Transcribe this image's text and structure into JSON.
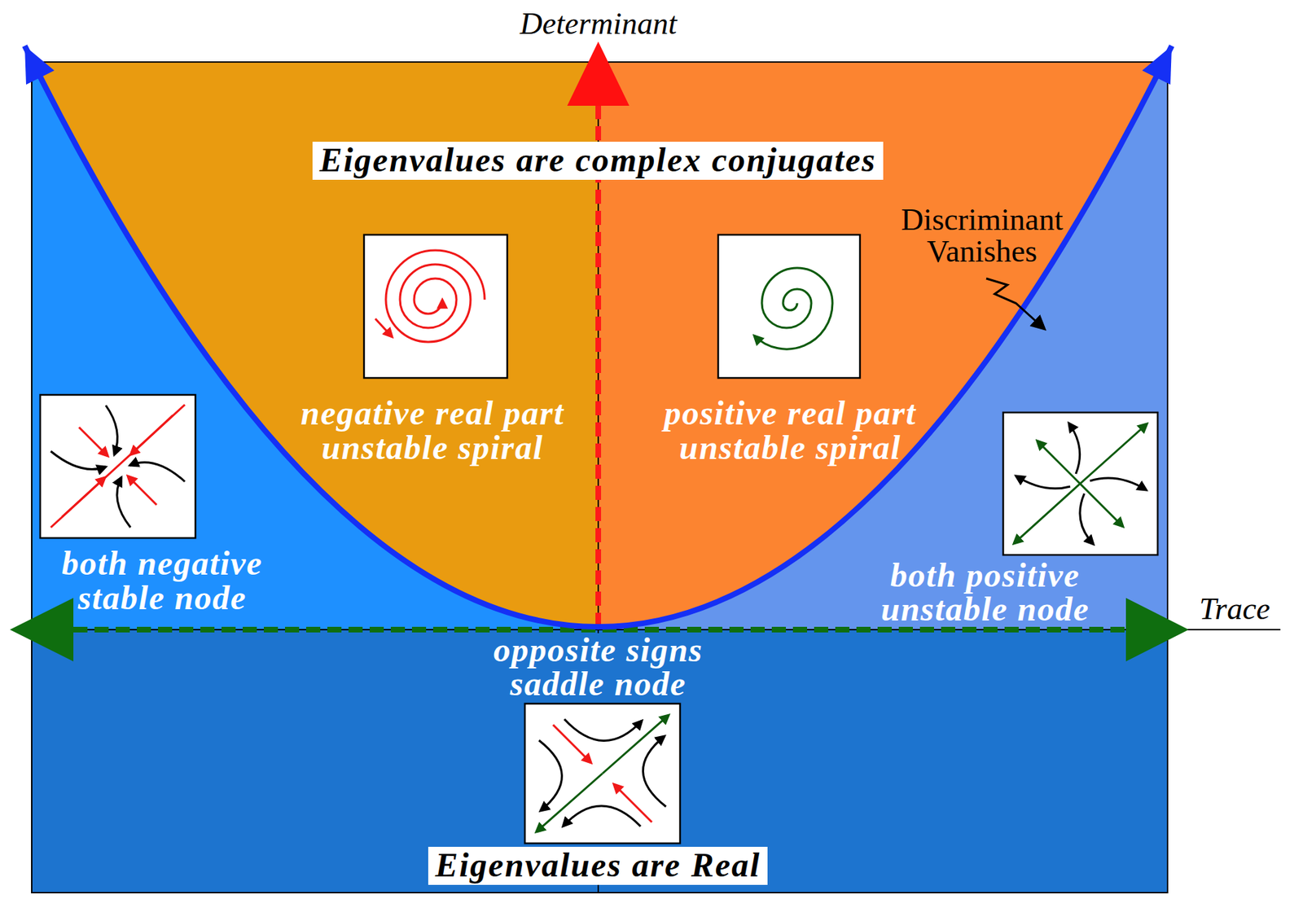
{
  "diagram": {
    "nodes": [
      {
        "text": [
          "Eigenvalues are complex conjugates"
        ]
      },
      {
        "text": [
          "Eigenvalues are Real"
        ]
      }
    ],
    "labels": [
      "Determinant",
      "Discriminant Vanishes",
      "negative real part unstable spiral",
      "positive real part unstable spiral",
      "both negative stable node",
      "both positive unstable node",
      "Trace",
      "opposite signs saddle node"
    ]
  }
}
